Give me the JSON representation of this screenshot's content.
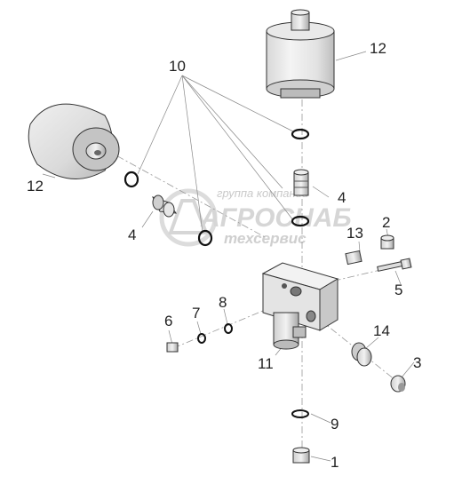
{
  "watermark": {
    "line1": "группа компаний",
    "line2": "АГРОСНАБ",
    "line3": "техсервис"
  },
  "callouts": [
    {
      "id": "callout-1",
      "text": "1"
    },
    {
      "id": "callout-2",
      "text": "2"
    },
    {
      "id": "callout-3",
      "text": "3"
    },
    {
      "id": "callout-4-left",
      "text": "4"
    },
    {
      "id": "callout-4-right",
      "text": "4"
    },
    {
      "id": "callout-5",
      "text": "5"
    },
    {
      "id": "callout-6",
      "text": "6"
    },
    {
      "id": "callout-7",
      "text": "7"
    },
    {
      "id": "callout-8",
      "text": "8"
    },
    {
      "id": "callout-9",
      "text": "9"
    },
    {
      "id": "callout-10",
      "text": "10"
    },
    {
      "id": "callout-11",
      "text": "11"
    },
    {
      "id": "callout-12-left",
      "text": "12"
    },
    {
      "id": "callout-12-top",
      "text": "12"
    },
    {
      "id": "callout-13",
      "text": "13"
    },
    {
      "id": "callout-14",
      "text": "14"
    }
  ]
}
